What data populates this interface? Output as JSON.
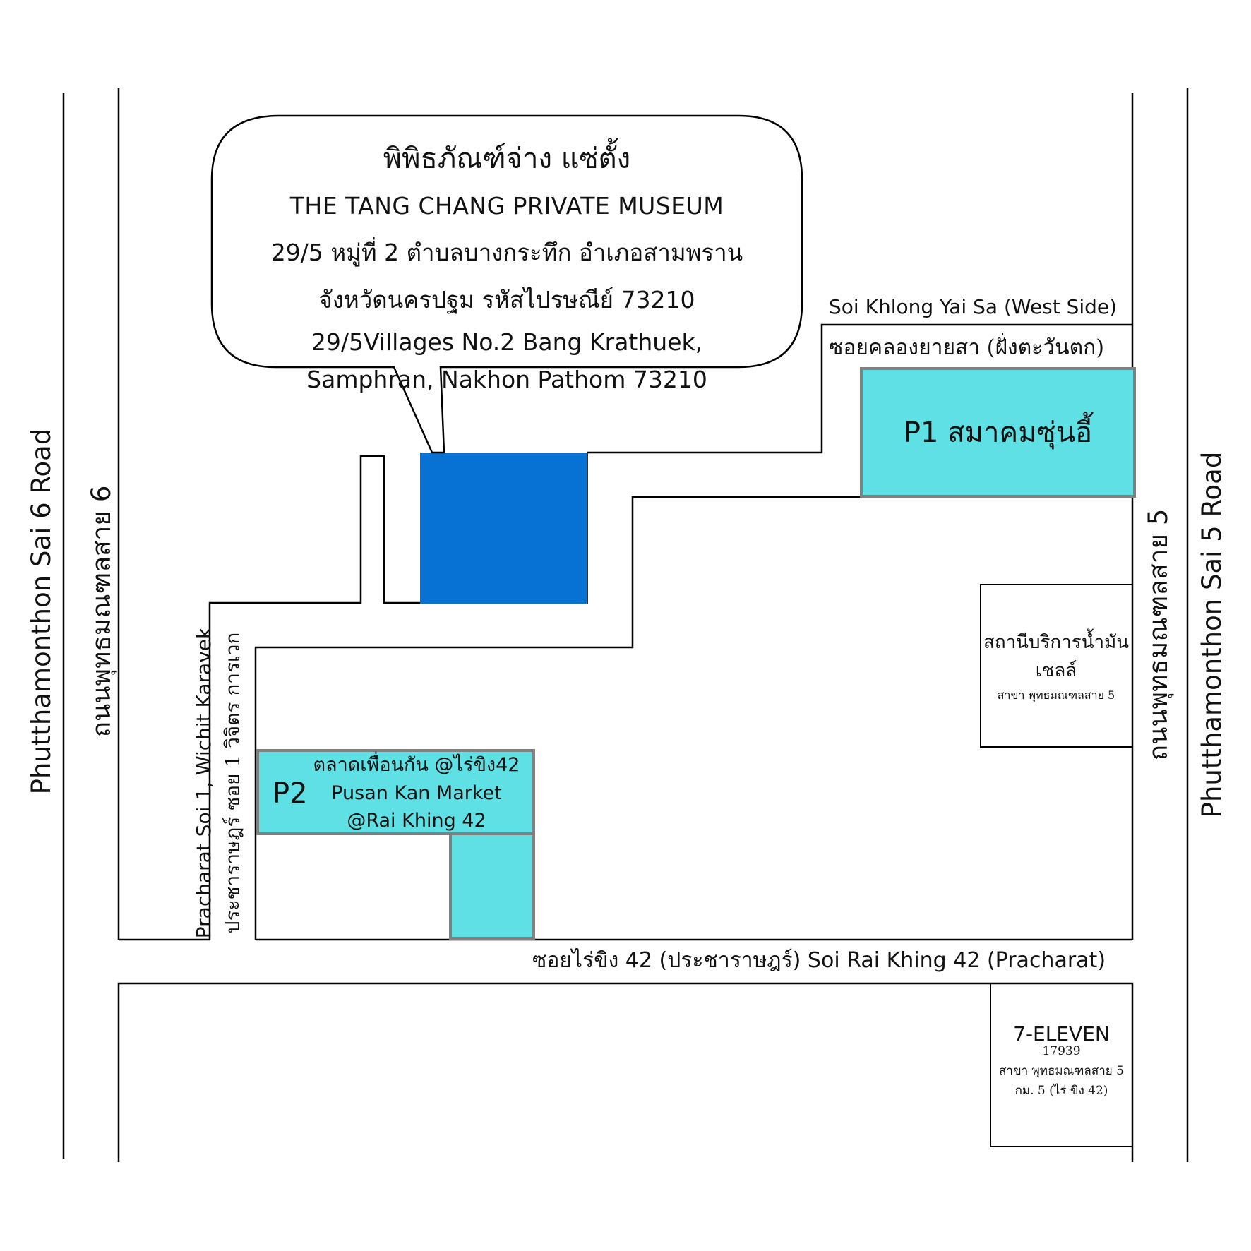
{
  "museum": {
    "name_th": "พิพิธภัณฑ์จ่าง แซ่ตั้ง",
    "name_en": "THE TANG CHANG  PRIVATE MUSEUM",
    "address_th_line1": "29/5 หมู่ที่ 2 ตำบลบางกระทึก อำเภอสามพราน",
    "address_th_line2": "จังหวัดนครปฐม รหัสไปรษณีย์ 73210",
    "address_en_line1": "29/5Villages No.2 Bang Krathuek,",
    "address_en_line2": "Samphran, Nakhon Pathom 73210",
    "marker_color": "#0872D4"
  },
  "roads": {
    "sai6_en": "Phutthamonthon Sai 6 Road",
    "sai6_th": "ถนนพุทธมณฑลสาย 6",
    "sai5_en": "Phutthamonthon Sai 5 Road",
    "sai5_th": "ถนนพุทธมณฑลสาย 5",
    "pracharat_soi1_en": "Pracharat Soi 1, Wichit Karavek",
    "pracharat_soi1_th": "ประชาราษฎร์ ซอย 1 วิจิตร การเวก",
    "khlong_yai_sa_en": "Soi Khlong Yai Sa (West Side)",
    "khlong_yai_sa_th": "ซอยคลองยายสา (ฝั่งตะวันตก)",
    "rai_khing_42": "ซอยไร่ขิง 42 (ประชาราษฎร์)  Soi Rai Khing 42 (Pracharat)"
  },
  "parking": {
    "p1_label": "P1 สมาคมซุ่นอี้",
    "p2_tag": "P2",
    "p2_line1": "ตลาดเพื่อนกัน @ไร่ขิง42",
    "p2_line2": "Pusan Kan Market",
    "p2_line3": "@Rai Khing 42",
    "fill_color": "#5FE0E4",
    "border_color": "#808080"
  },
  "landmarks": {
    "gas_station_line1": "สถานีบริการน้ำมัน",
    "gas_station_line2": "เชลล์",
    "gas_station_branch": "สาขา พุทธมณฑลสาย 5",
    "seven_eleven_name": "7-ELEVEN",
    "seven_eleven_code": "17939",
    "seven_eleven_branch": "สาขา พุทธมณฑลสาย 5",
    "seven_eleven_km": "กม. 5 (ไร่ ขิง 42)"
  }
}
